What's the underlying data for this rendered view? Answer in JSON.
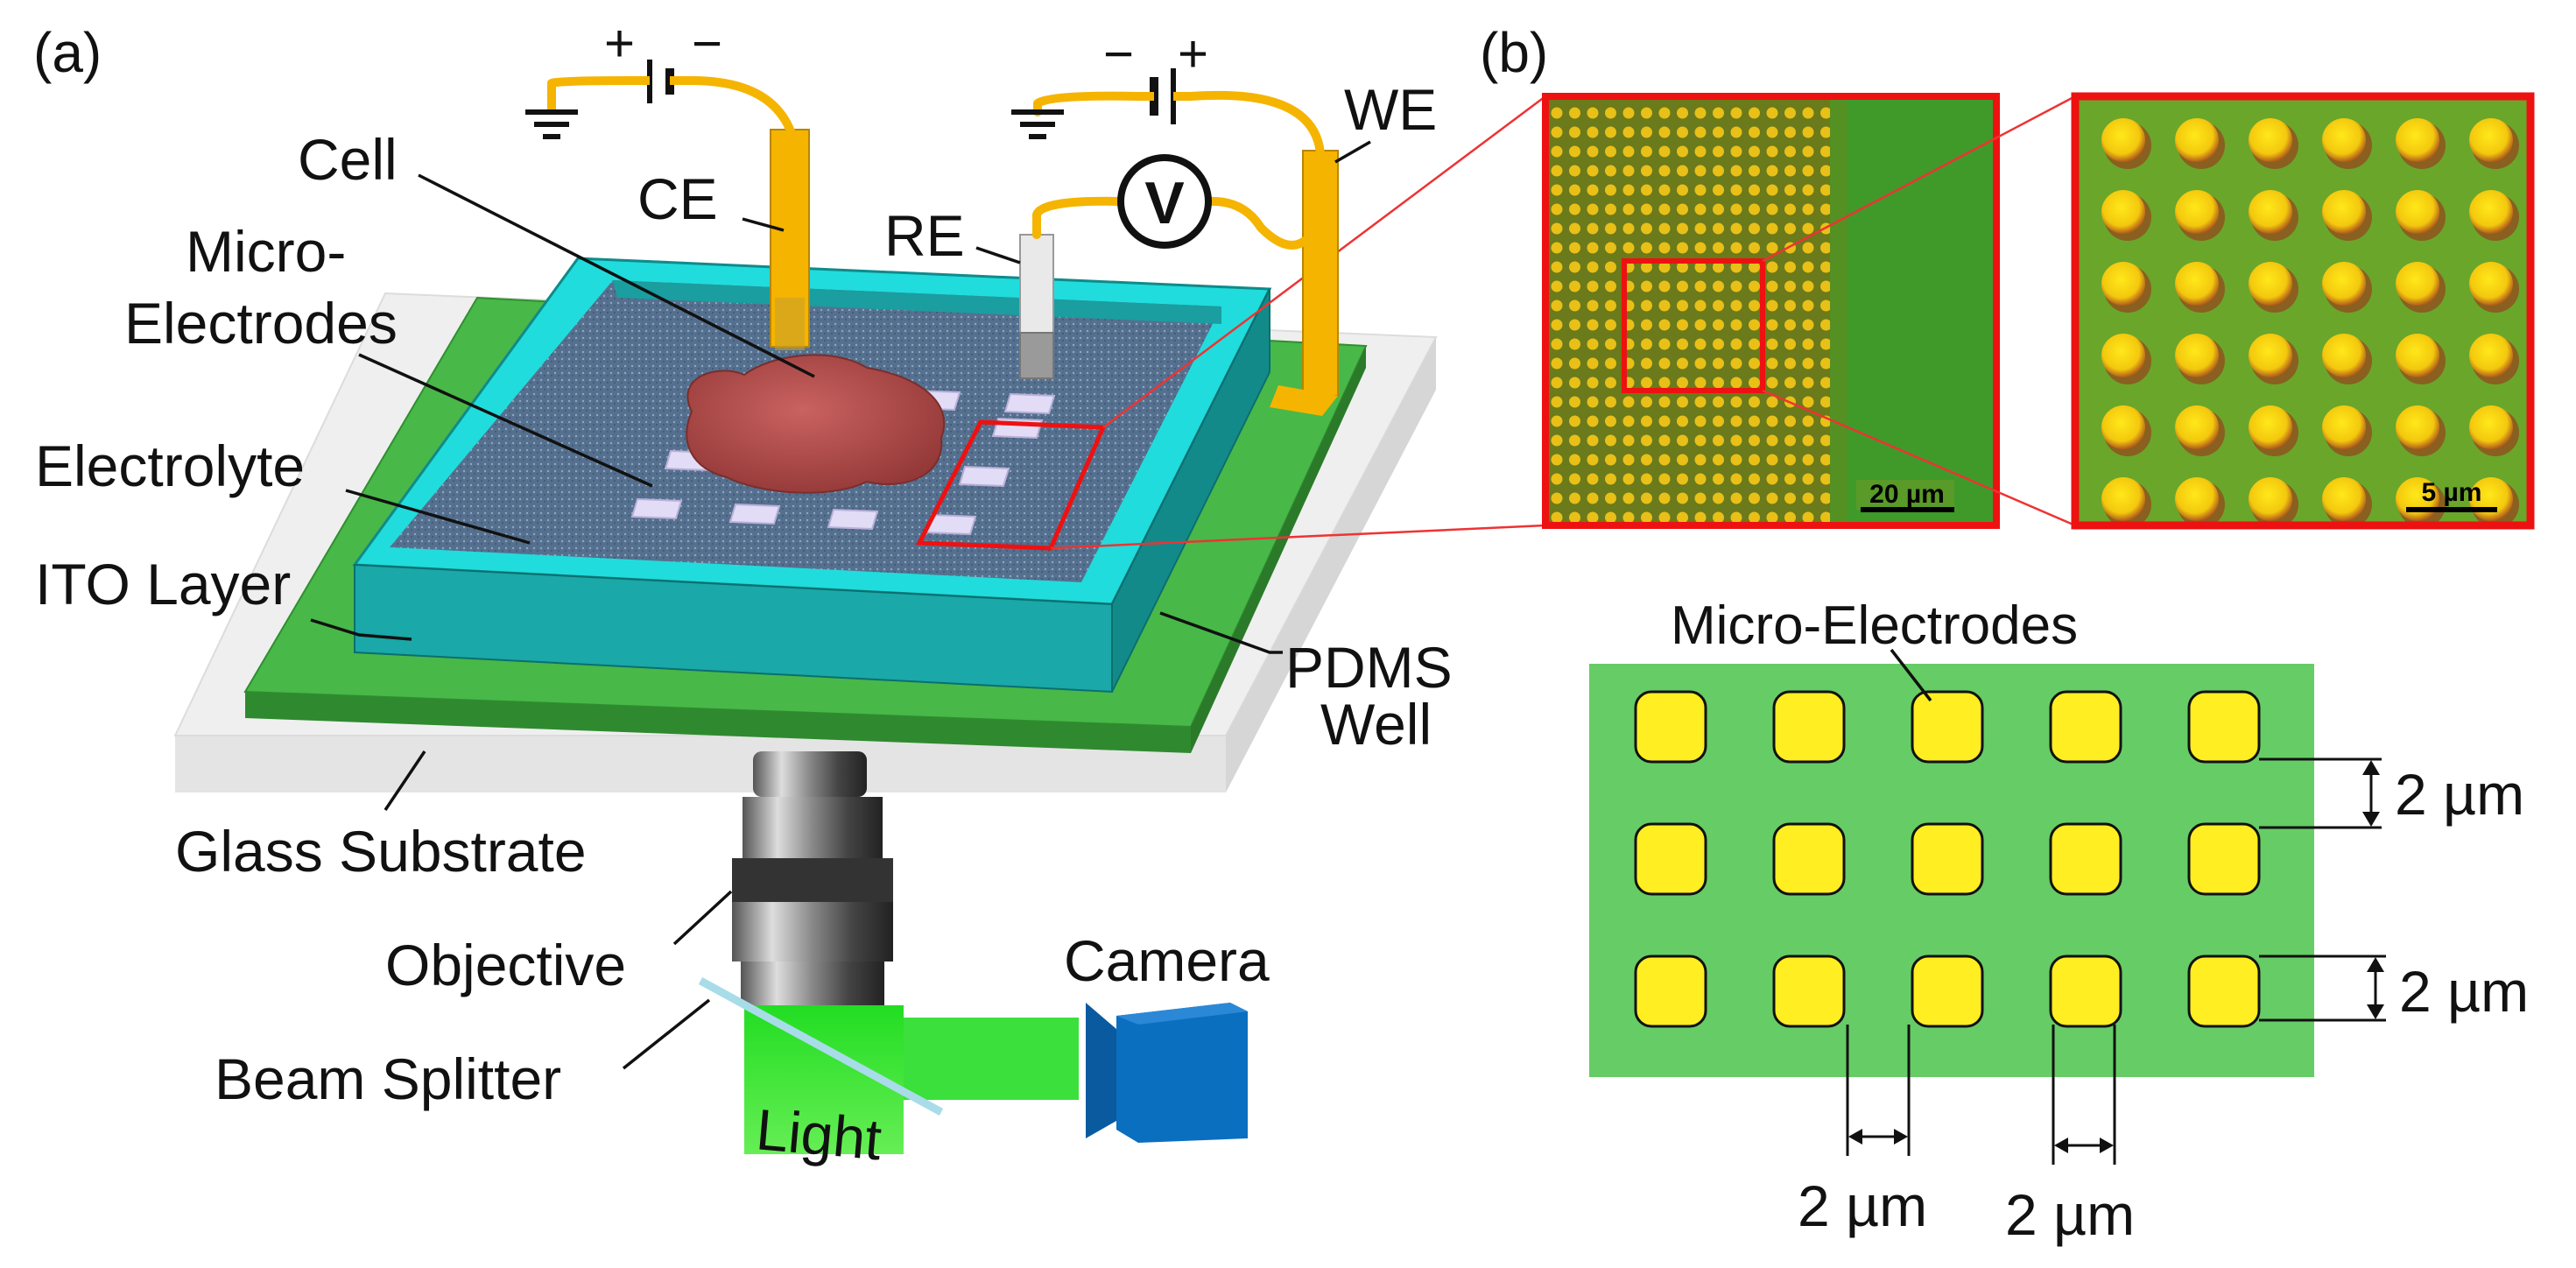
{
  "panels": {
    "a": "(a)",
    "b": "(b)"
  },
  "battery_left": {
    "plus": "+",
    "minus": "−"
  },
  "battery_right": {
    "minus": "−",
    "plus": "+"
  },
  "voltmeter": "V",
  "labels_a": {
    "cell": "Cell",
    "micro_electrodes_line1": "Micro-",
    "micro_electrodes_line2": "Electrodes",
    "electrolyte": "Electrolyte",
    "ito_layer": "ITO Layer",
    "ce": "CE",
    "re": "RE",
    "we": "WE",
    "pdms_line1": "PDMS",
    "pdms_line2": "Well",
    "glass_substrate": "Glass Substrate",
    "objective": "Objective",
    "beam_splitter": "Beam Splitter",
    "camera": "Camera",
    "light": "Light"
  },
  "micrographs": {
    "left_scale": "20 µm",
    "right_scale": "5 µm"
  },
  "schematic_b": {
    "title": "Micro-Electrodes",
    "gap_vertical_1": "2 µm",
    "gap_vertical_2": "2 µm",
    "gap_horizontal_1": "2 µm",
    "gap_horizontal_2": "2 µm",
    "rows": 3,
    "cols": 5
  },
  "colors": {
    "pdms": "#1fd6d6",
    "ito": "#3cae3c",
    "glass": "#eeeeee",
    "cell": "#b84a48",
    "wire": "#f5b400",
    "electrode_pad": "#ffee22",
    "schematic_bg": "#66cc66",
    "camera": "#0b6fc0",
    "light": "#33dd33",
    "highlight_box": "#ee1111"
  }
}
